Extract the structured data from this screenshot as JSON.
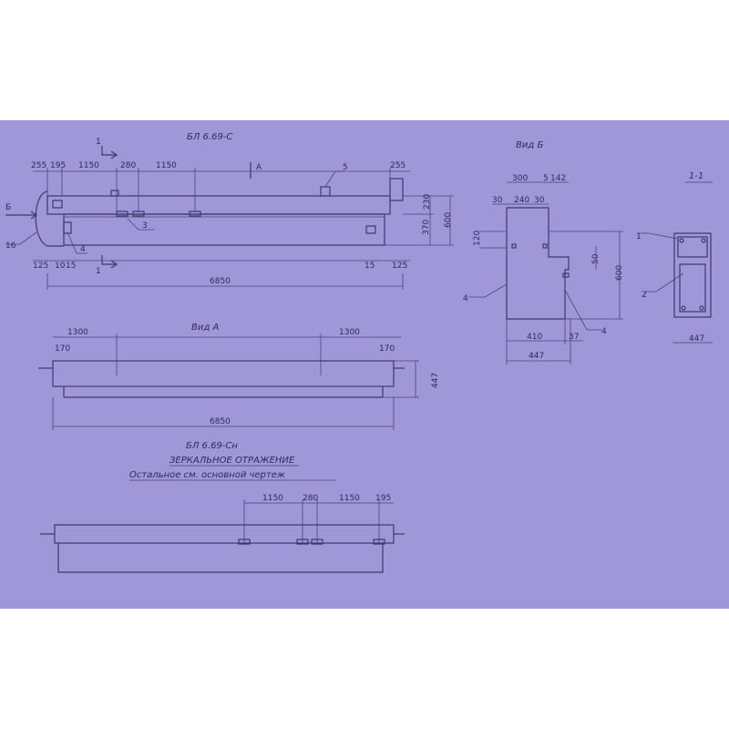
{
  "colors": {
    "sheet": "#9f97d7",
    "ink": "#3e3a6e"
  },
  "main_view": {
    "title": "БЛ 6.69-С",
    "section_marks": [
      "1",
      "1"
    ],
    "view_arrow": "А",
    "view_b_arrow": "Б",
    "top_dims": [
      "255",
      "195",
      "1150",
      "280",
      "1150",
      "255"
    ],
    "bottom_dims": [
      "125",
      "10",
      "15",
      "15",
      "125"
    ],
    "right_dims": [
      "230",
      "370",
      "600"
    ],
    "total_length": "6850",
    "callouts": [
      "3",
      "4",
      "5",
      "16"
    ]
  },
  "view_a": {
    "title": "Вид А",
    "dims": [
      "1300",
      "1300",
      "170",
      "170"
    ],
    "height": "447",
    "total_length": "6850"
  },
  "view_b": {
    "title": "Вид Б",
    "top_dims": [
      "300",
      "5",
      "142"
    ],
    "second_dims": [
      "30",
      "240",
      "30"
    ],
    "left_dim": "120",
    "right_dims": [
      "50",
      "600"
    ],
    "bottom_dims": [
      "410",
      "37"
    ],
    "total_width": "447",
    "callouts": [
      "4",
      "4"
    ]
  },
  "section_1_1": {
    "title": "1-1",
    "callouts": [
      "1",
      "2"
    ],
    "width": "447"
  },
  "mirror_view": {
    "title": "БЛ 6.69-Сн",
    "subtitle": "ЗЕРКАЛЬНОЕ ОТРАЖЕНИЕ",
    "note": "Остальное см. основной чертеж",
    "dims": [
      "1150",
      "280",
      "1150",
      "195"
    ]
  }
}
